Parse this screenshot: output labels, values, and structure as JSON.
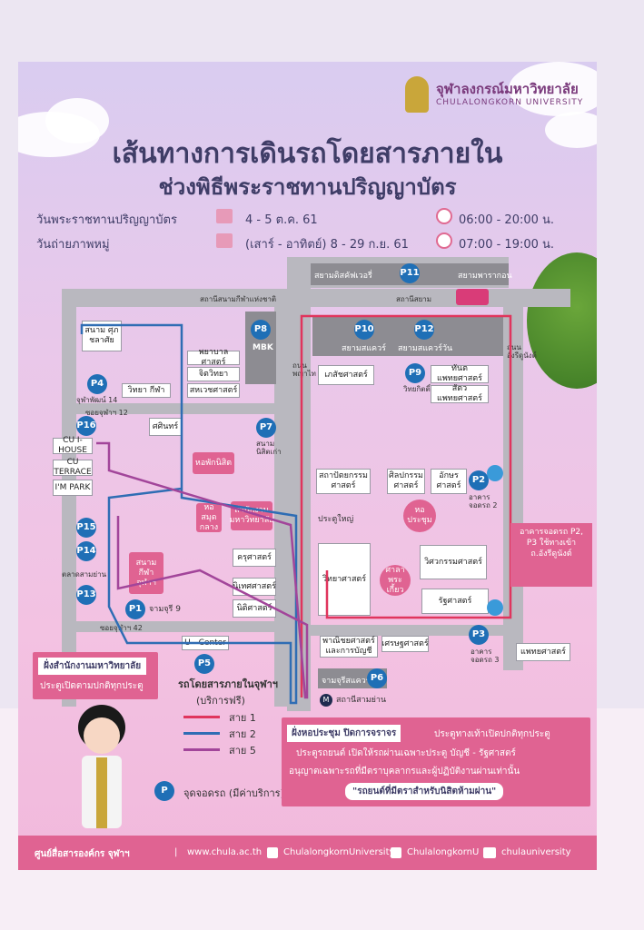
{
  "header": {
    "university_th": "จุฬาลงกรณ์มหาวิทยาลัย",
    "university_en": "CHULALONGKORN UNIVERSITY",
    "title_line1": "เส้นทางการเดินรถโดยสารภายใน",
    "title_line2": "ช่วงพิธีพระราชทานปริญญาบัตร"
  },
  "schedule": [
    {
      "label": "วันพระราชทานปริญญาบัตร",
      "date": "4 - 5 ต.ค. 61",
      "time": "06:00 - 20:00 น."
    },
    {
      "label": "วันถ่ายภาพหมู่",
      "date": "(เสาร์ - อาทิตย์) 8 - 29 ก.ย. 61",
      "time": "07:00 - 19:00 น."
    }
  ],
  "map": {
    "top_labels": {
      "siam_discovery": "สยามดิสคัฟเวอรี่",
      "siam_paragon": "สยามพารากอน",
      "national_stadium_station": "สถานีสนามกีฬาแห่งชาติ",
      "siam_station": "สถานีสยาม"
    },
    "parking": {
      "p1": "P1",
      "p2": "P2",
      "p3": "P3",
      "p4": "P4",
      "p5": "P5",
      "p6": "P6",
      "p7": "P7",
      "p8": "P8",
      "p9": "P9",
      "p10": "P10",
      "p11": "P11",
      "p12": "P12",
      "p13": "P13",
      "p14": "P14",
      "p15": "P15",
      "p16": "P16"
    },
    "p8_sub": "MBK",
    "p10_label": "สยามสแควร์",
    "p12_label": "สยามสแควร์วัน",
    "p9_label": "วิทยกิตติ์",
    "p7_label": "สนาม นิสิตเก่า",
    "p2_label": "อาคาร จอดรถ 2",
    "p3_label": "อาคาร จอดรถ 3",
    "p4_label": "จุฬาพัฒน์ 14",
    "p1_label": "จามจุรี 9",
    "p6_label": "จามจุรีสแควร์",
    "p5_label": "U - Center",
    "roads": {
      "phayathai": "ถนนพญาไท",
      "henri_dunant": "ถนนอังรีดูนังต์",
      "soi12": "ซอยจุฬาฯ 12",
      "soi42": "ซอยจุฬาฯ 42",
      "samyan_station": "สถานีสามย่าน",
      "samyan_market": "ตลาดสามย่าน"
    },
    "buildings": {
      "stadium_chula": "สนาม ศุภชลาศัย",
      "nursing": "พยาบาลศาสตร์",
      "psychology": "จิตวิทยา",
      "allied_health": "สหเวชศาสตร์",
      "sports_science": "วิทยา กีฬา",
      "fine_arts": "ศศินทร์",
      "dormitory": "หอพักนิสิต",
      "library": "หอสมุด กลาง",
      "president_office": "สำนักงาน มหาวิทยาลัย",
      "chula_stadium": "สนาม กีฬา จุฬาฯ",
      "education": "ครุศาสตร์",
      "communication": "นิเทศศาสตร์",
      "law": "นิติศาสตร์",
      "veterinary": "เภสัชศาสตร์",
      "dentistry": "ทันตแพทยศาสตร์",
      "vet_science": "สัตวแพทยศาสตร์",
      "architecture": "สถาปัตยกรรม ศาสตร์",
      "arts": "ศิลปกรรม ศาสตร์",
      "letters": "อักษร ศาสตร์",
      "main_gate": "ประตูใหญ่",
      "auditorium": "หอประชุม",
      "science": "วิทยาศาสตร์",
      "engineering": "วิศวกรรมศาสตร์",
      "sala": "ศาลา พระเกี้ยว",
      "political_science": "รัฐศาสตร์",
      "commerce": "พาณิชยศาสตร์ และการบัญชี",
      "economics": "เศรษฐศาสตร์",
      "medicine": "แพทยศาสตร์",
      "cu_ihouse": "CU I-HOUSE",
      "cu_terrace": "CU TERRACE",
      "im_park": "I'M PARK"
    },
    "bus_title": "รถโดยสารภายในจุฬาฯ",
    "bus_subtitle": "(บริการฟรี)",
    "legend": [
      {
        "label": "สาย 1",
        "color": "#e0355d"
      },
      {
        "label": "สาย 2",
        "color": "#2f6db4"
      },
      {
        "label": "สาย 5",
        "color": "#a2459a"
      }
    ],
    "parking_legend": "จุดจอดรถ (มีค่าบริการ)"
  },
  "callouts": {
    "parking_note": "อาคารจอดรถ P2, P3 ใช้ทางเข้า ถ.อังรีดูนังต์",
    "office_title": "ฝั่งสำนักงานมหาวิทยาลัย",
    "office_text": "ประตูเปิดตามปกติทุกประตู",
    "auditorium_title": "ฝั่งหอประชุม ปิดการจราจร",
    "auditorium_line1": "ประตูทางเท้าเปิดปกติทุกประตู",
    "auditorium_line2": "ประตูรถยนต์ เปิดให้รถผ่านเฉพาะประตู บัญชี - รัฐศาสตร์",
    "auditorium_line3": "อนุญาตเฉพาะรถที่มีตราบุคลากรและผู้ปฏิบัติงานผ่านเท่านั้น",
    "auditorium_line4": "\"รถยนต์ที่มีตราสำหรับนิสิตห้ามผ่าน\""
  },
  "footer": {
    "org": "ศูนย์สื่อสารองค์กร จุฬาฯ",
    "website": "www.chula.ac.th",
    "facebook": "ChulalongkornUniversity",
    "twitter": "ChulalongkornU",
    "youtube": "chulauniversity"
  },
  "colors": {
    "accent": "#e06392",
    "navy": "#3f3d67",
    "parking": "#1f6fb6"
  }
}
